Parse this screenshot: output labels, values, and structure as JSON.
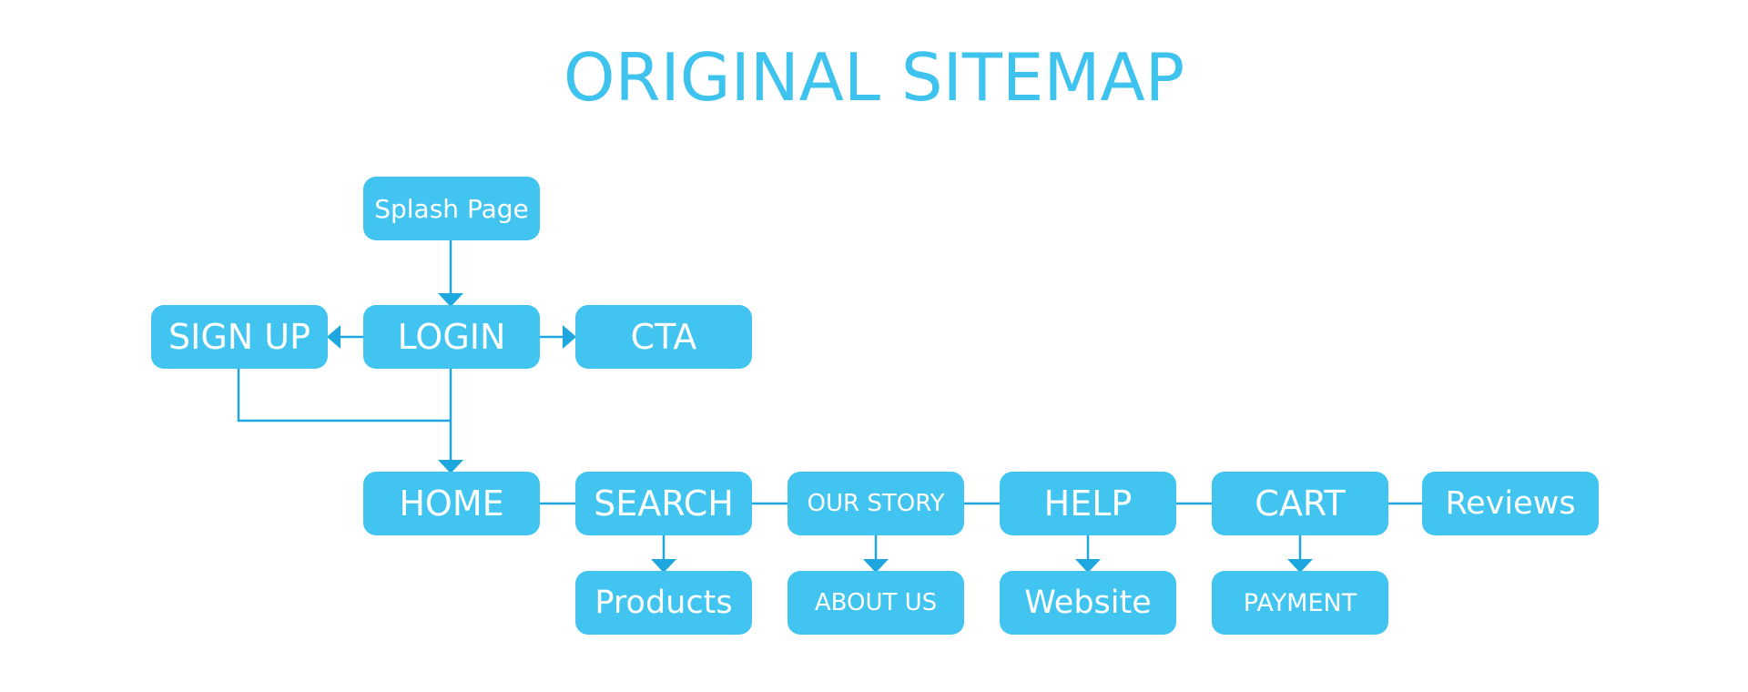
{
  "diagram": {
    "title": "ORIGINAL SITEMAP",
    "colors": {
      "title": "#3ec3ef",
      "node_fill": "#41c5f0",
      "node_text": "#ffffff",
      "connector": "#1ea6de"
    },
    "nodes": {
      "splash": "Splash Page",
      "signup": "SIGN UP",
      "login": "LOGIN",
      "cta": "CTA",
      "home": "HOME",
      "search": "SEARCH",
      "our_story": "OUR STORY",
      "help": "HELP",
      "cart": "CART",
      "reviews": "Reviews",
      "products": "Products",
      "about_us": "ABOUT US",
      "website": "Website",
      "payment": "PAYMENT"
    },
    "edges": [
      {
        "from": "Splash Page",
        "to": "LOGIN",
        "arrow": true
      },
      {
        "from": "LOGIN",
        "to": "SIGN UP",
        "arrow": true
      },
      {
        "from": "LOGIN",
        "to": "CTA",
        "arrow": true
      },
      {
        "from": "LOGIN",
        "to": "HOME",
        "arrow": true
      },
      {
        "from": "SIGN UP",
        "to": "HOME",
        "arrow": true
      },
      {
        "from": "HOME",
        "to": "SEARCH",
        "arrow": false
      },
      {
        "from": "SEARCH",
        "to": "OUR STORY",
        "arrow": false
      },
      {
        "from": "OUR STORY",
        "to": "HELP",
        "arrow": false
      },
      {
        "from": "HELP",
        "to": "CART",
        "arrow": false
      },
      {
        "from": "CART",
        "to": "Reviews",
        "arrow": false
      },
      {
        "from": "SEARCH",
        "to": "Products",
        "arrow": true
      },
      {
        "from": "OUR STORY",
        "to": "ABOUT US",
        "arrow": true
      },
      {
        "from": "HELP",
        "to": "Website",
        "arrow": true
      },
      {
        "from": "CART",
        "to": "PAYMENT",
        "arrow": true
      }
    ]
  }
}
